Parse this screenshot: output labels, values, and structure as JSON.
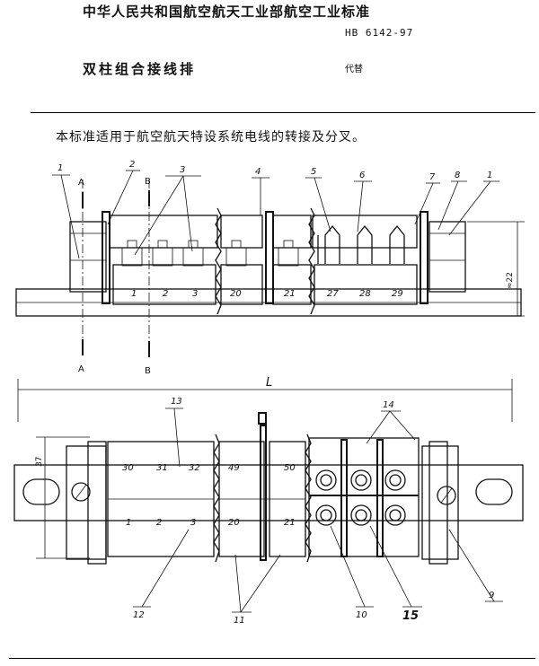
{
  "header": {
    "organization": "中华人民共和国航空航天工业部航空工业标准",
    "standard_no": "HB 6142-97",
    "title": "双柱组合接线排",
    "replaces": "代替"
  },
  "body": {
    "scope": "本标准适用于航空航天特设系统电线的转接及分叉。"
  },
  "top_view": {
    "callouts": [
      "1",
      "2",
      "3",
      "4",
      "5",
      "6",
      "7",
      "8",
      "1"
    ],
    "section_marks": [
      "A",
      "B",
      "A",
      "B"
    ],
    "terminal_numbers": [
      "1",
      "2",
      "3",
      "20",
      "21",
      "27",
      "28",
      "29"
    ],
    "height_dim": "≈22"
  },
  "plan_view": {
    "length_dim": "L",
    "width_dim": "37",
    "callouts": [
      "13",
      "14",
      "12",
      "11",
      "10",
      "15",
      "9"
    ],
    "upper_row": [
      "30",
      "31",
      "32",
      "49",
      "50"
    ],
    "lower_row": [
      "1",
      "2",
      "3",
      "20",
      "21"
    ]
  }
}
